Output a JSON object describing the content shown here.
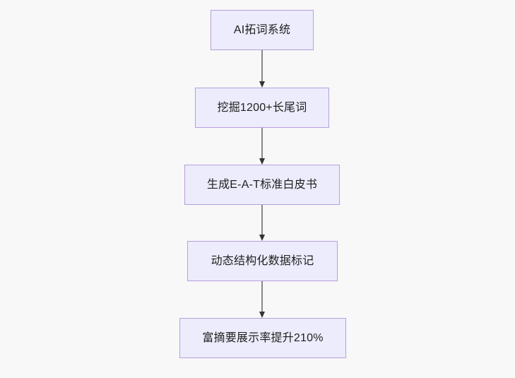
{
  "diagram": {
    "type": "flowchart",
    "direction": "top-to-bottom",
    "background_color": "#f8f8f8",
    "node_fill_color": "#ececfc",
    "node_border_color": "#b69ee0",
    "node_text_color": "#1f1f1f",
    "connector_line_color": "#888888",
    "connector_arrow_color": "#333333",
    "nodes": [
      {
        "id": "n1",
        "label": "AI拓词系统"
      },
      {
        "id": "n2",
        "label": "挖掘1200+长尾词"
      },
      {
        "id": "n3",
        "label": "生成E-A-T标准白皮书"
      },
      {
        "id": "n4",
        "label": "动态结构化数据标记"
      },
      {
        "id": "n5",
        "label": "富摘要展示率提升210%"
      }
    ],
    "edges": [
      {
        "id": "e1",
        "from": "n1",
        "to": "n2",
        "label": ""
      },
      {
        "id": "e2",
        "from": "n2",
        "to": "n3",
        "label": ""
      },
      {
        "id": "e3",
        "from": "n3",
        "to": "n4",
        "label": ""
      },
      {
        "id": "e4",
        "from": "n4",
        "to": "n5",
        "label": ""
      }
    ]
  }
}
